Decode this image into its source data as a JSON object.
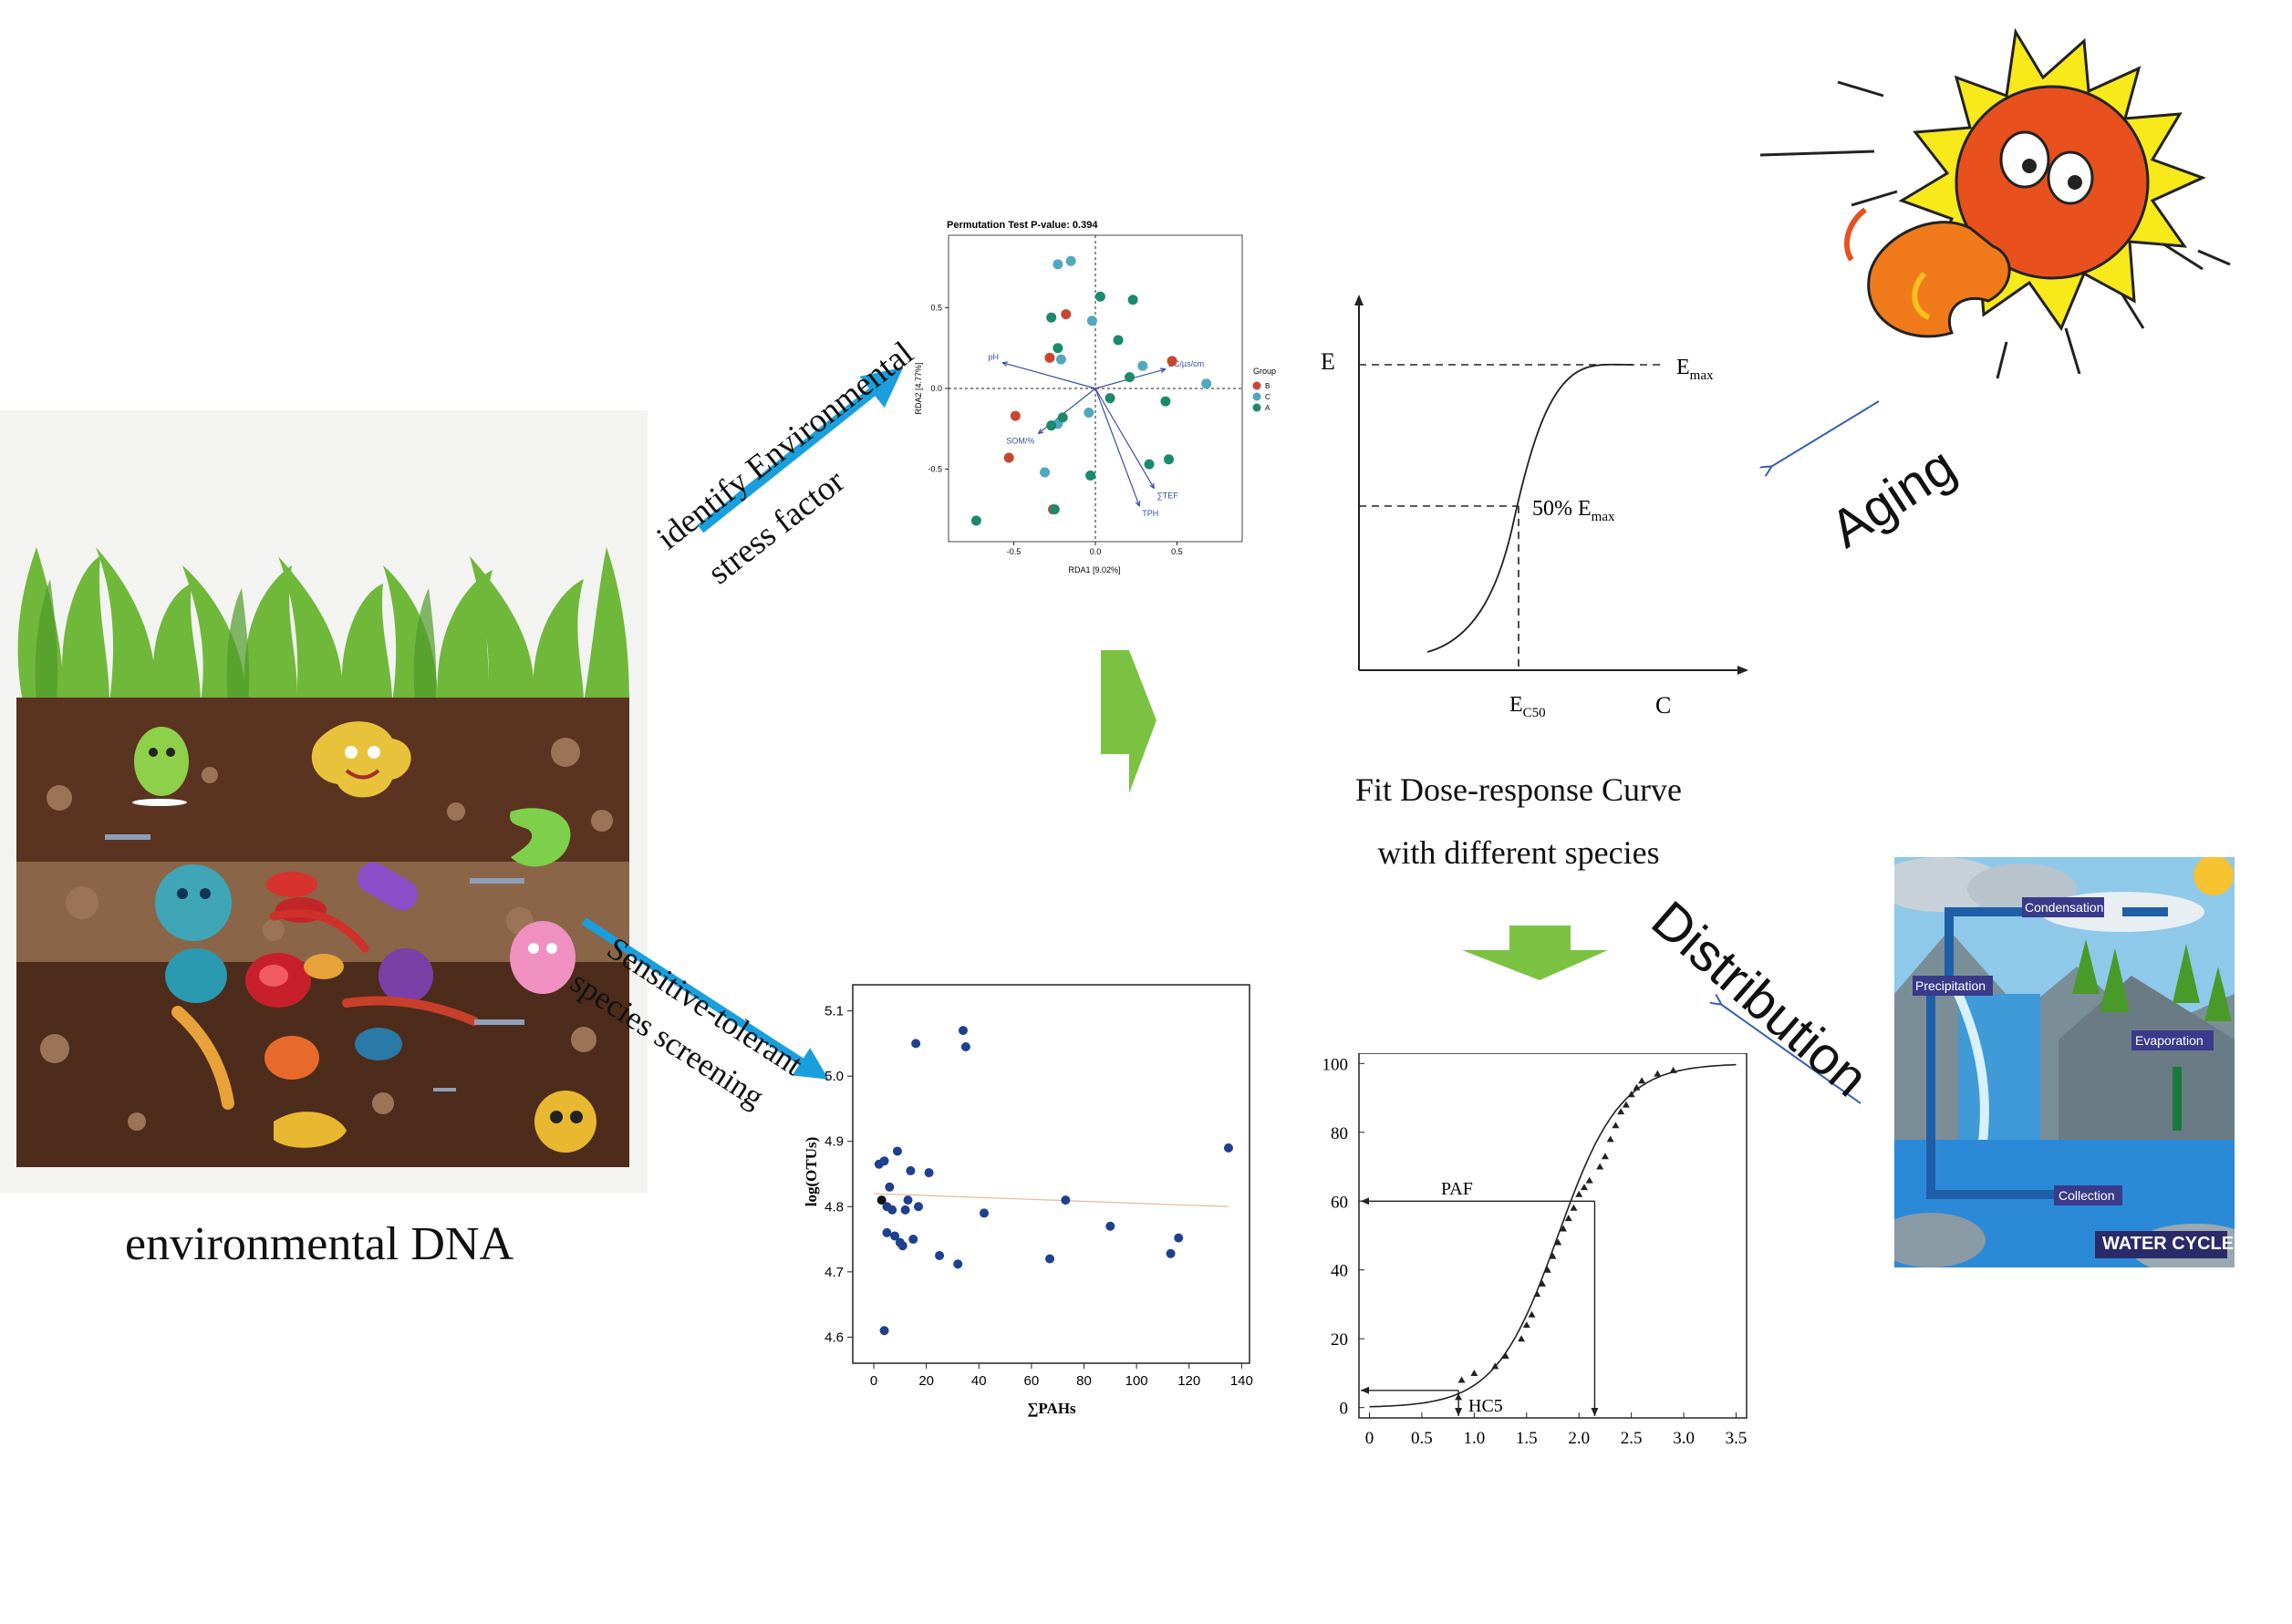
{
  "labels": {
    "edna_caption": "environmental DNA",
    "arrow_env_line1": "identify Environmental",
    "arrow_env_line2": "stress factor",
    "arrow_sens_line1": "Sensitive-tolerant",
    "arrow_sens_line2": "species screening",
    "fit_line1": "Fit Dose-response Curve",
    "fit_line2": "with different species",
    "aging": "Aging",
    "distribution": "Distribution",
    "water_cycle": "WATER CYCLE",
    "condensation": "Condensation",
    "precipitation": "Precipitation",
    "evaporation": "Evaporation",
    "collection": "Collection"
  },
  "colors": {
    "arrow_blue": "#1a9fdc",
    "big_arrow_green": "#7cc242",
    "group_b": "#c8462f",
    "group_c": "#4fa8c0",
    "group_a": "#1a8a6a",
    "scatter_dot": "#1f3f8f",
    "thin_arrow": "#3a5fb0"
  },
  "chart_data": [
    {
      "type": "scatter",
      "title": "Permutation Test P-value: 0.394",
      "xlabel": "RDA1 [9.02%]",
      "ylabel": "RDA2 [4.77%]",
      "xlim": [
        -0.9,
        0.9
      ],
      "ylim": [
        -0.95,
        0.95
      ],
      "xticks": [
        "-0.5",
        "0.0",
        "0.5"
      ],
      "yticks": [
        "0.5",
        "0.0",
        "-0.5"
      ],
      "legend_title": "Group",
      "legend": [
        "B",
        "C",
        "A"
      ],
      "legend_position": "right",
      "series": [
        {
          "name": "B",
          "color": "#c8462f",
          "points": [
            [
              -0.18,
              0.46
            ],
            [
              -0.28,
              0.19
            ],
            [
              -0.49,
              -0.17
            ],
            [
              -0.53,
              -0.43
            ],
            [
              -0.26,
              -0.75
            ],
            [
              0.47,
              0.17
            ]
          ]
        },
        {
          "name": "C",
          "color": "#4fa8c0",
          "points": [
            [
              -0.23,
              0.77
            ],
            [
              -0.15,
              0.79
            ],
            [
              -0.02,
              0.42
            ],
            [
              -0.21,
              0.18
            ],
            [
              -0.23,
              -0.22
            ],
            [
              -0.31,
              -0.52
            ],
            [
              0.29,
              0.14
            ],
            [
              0.68,
              0.03
            ],
            [
              -0.04,
              -0.15
            ]
          ]
        },
        {
          "name": "A",
          "color": "#1a8a6a",
          "points": [
            [
              -0.27,
              0.44
            ],
            [
              0.03,
              0.57
            ],
            [
              0.23,
              0.55
            ],
            [
              -0.23,
              0.25
            ],
            [
              0.14,
              0.3
            ],
            [
              0.21,
              0.07
            ],
            [
              0.09,
              -0.06
            ],
            [
              0.43,
              -0.08
            ],
            [
              -0.2,
              -0.18
            ],
            [
              -0.27,
              -0.23
            ],
            [
              -0.03,
              -0.54
            ],
            [
              0.33,
              -0.47
            ],
            [
              0.45,
              -0.44
            ],
            [
              -0.25,
              -0.75
            ],
            [
              -0.73,
              -0.82
            ]
          ]
        }
      ],
      "vectors": [
        {
          "label": "pH",
          "x": -0.57,
          "y": 0.16
        },
        {
          "label": "EC/µs/cm",
          "x": 0.43,
          "y": 0.12
        },
        {
          "label": "SOM/%",
          "x": -0.35,
          "y": -0.28
        },
        {
          "label": "TPH",
          "x": 0.27,
          "y": -0.73
        },
        {
          "label": "∑TEF",
          "x": 0.36,
          "y": -0.62
        }
      ]
    },
    {
      "type": "scatter",
      "xlabel": "∑PAHs",
      "ylabel": "log(OTUs)",
      "xlim": [
        -8,
        143
      ],
      "ylim": [
        4.56,
        5.14
      ],
      "xticks": [
        0,
        20,
        40,
        60,
        80,
        100,
        120,
        140
      ],
      "yticks": [
        4.6,
        4.7,
        4.8,
        4.9,
        5.0,
        5.1
      ],
      "points": [
        [
          2,
          4.865
        ],
        [
          3,
          4.81
        ],
        [
          4,
          4.87
        ],
        [
          5,
          4.8
        ],
        [
          5,
          4.76
        ],
        [
          6,
          4.83
        ],
        [
          7,
          4.795
        ],
        [
          8,
          4.755
        ],
        [
          9,
          4.885
        ],
        [
          10,
          4.745
        ],
        [
          11,
          4.74
        ],
        [
          12,
          4.795
        ],
        [
          13,
          4.81
        ],
        [
          14,
          4.855
        ],
        [
          15,
          4.75
        ],
        [
          16,
          5.05
        ],
        [
          17,
          4.8
        ],
        [
          21,
          4.852
        ],
        [
          25,
          4.725
        ],
        [
          32,
          4.712
        ],
        [
          34,
          5.07
        ],
        [
          35,
          5.045
        ],
        [
          42,
          4.79
        ],
        [
          67,
          4.72
        ],
        [
          73,
          4.81
        ],
        [
          90,
          4.77
        ],
        [
          113,
          4.728
        ],
        [
          116,
          4.752
        ],
        [
          135,
          4.89
        ],
        [
          4,
          4.61
        ]
      ],
      "trend": [
        [
          0,
          4.82
        ],
        [
          135,
          4.8
        ]
      ]
    },
    {
      "type": "line",
      "title": "",
      "xlabel": "C",
      "ylabel": "E",
      "annotations": [
        "E_max",
        "50% E_max",
        "E_C50"
      ]
    },
    {
      "type": "scatter",
      "xlim": [
        -0.1,
        3.6
      ],
      "ylim": [
        -3,
        103
      ],
      "xticks": [
        "0",
        "0.5",
        "1.0",
        "1.5",
        "2.0",
        "2.5",
        "3.0",
        "3.5"
      ],
      "yticks": [
        0,
        20,
        40,
        60,
        80,
        100
      ],
      "annotations": [
        "PAF",
        "HC5"
      ],
      "points": [
        [
          0.85,
          3
        ],
        [
          0.88,
          8
        ],
        [
          1.0,
          10
        ],
        [
          1.2,
          12
        ],
        [
          1.3,
          15
        ],
        [
          1.45,
          20
        ],
        [
          1.5,
          24
        ],
        [
          1.55,
          27
        ],
        [
          1.6,
          33
        ],
        [
          1.65,
          36
        ],
        [
          1.7,
          40
        ],
        [
          1.75,
          44
        ],
        [
          1.8,
          48
        ],
        [
          1.85,
          52
        ],
        [
          1.9,
          55
        ],
        [
          1.95,
          58
        ],
        [
          2.0,
          62
        ],
        [
          2.05,
          64
        ],
        [
          2.1,
          66
        ],
        [
          2.2,
          70
        ],
        [
          2.25,
          73
        ],
        [
          2.3,
          78
        ],
        [
          2.35,
          82
        ],
        [
          2.4,
          86
        ],
        [
          2.45,
          88
        ],
        [
          2.5,
          91
        ],
        [
          2.55,
          93
        ],
        [
          2.6,
          95
        ],
        [
          2.75,
          97
        ],
        [
          2.9,
          98
        ]
      ],
      "curve": {
        "model": "logistic",
        "x50": 1.8,
        "scale": 0.3
      }
    }
  ]
}
